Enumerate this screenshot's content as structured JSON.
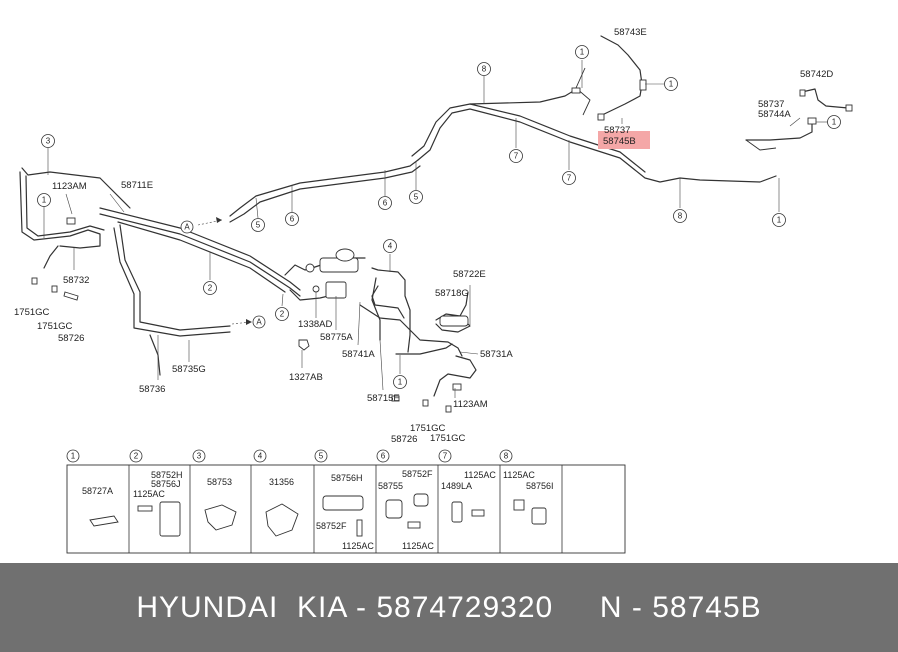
{
  "labels": {
    "p58743E": "58743E",
    "p58742D": "58742D",
    "p58737a": "58737",
    "p58744A": "58744A",
    "p58737b": "58737",
    "p58745B": "58745B",
    "p1123AM_a": "1123AM",
    "p58711E": "58711E",
    "p58732": "58732",
    "p1751GC_a": "1751GC",
    "p1751GC_b": "1751GC",
    "p58726_a": "58726",
    "p58735G": "58735G",
    "p58736": "58736",
    "p1338AD": "1338AD",
    "p58775A": "58775A",
    "p1327AB": "1327AB",
    "p58741A": "58741A",
    "p58722E": "58722E",
    "p58718G": "58718G",
    "p58731A": "58731A",
    "p58715E": "58715E",
    "p1123AM_b": "1123AM",
    "p58726_b": "58726",
    "p1751GC_c": "1751GC",
    "p1751GC_d": "1751GC",
    "arrowA1": "A",
    "arrowA2": "A"
  },
  "callouts": {
    "c1": "1",
    "c2": "2",
    "c3": "3",
    "c4": "4",
    "c5": "5",
    "c6": "6",
    "c7": "7",
    "c8": "8"
  },
  "legend": {
    "cell1": {
      "num": "1",
      "parts": [
        "58727A"
      ]
    },
    "cell2": {
      "num": "2",
      "parts": [
        "58752H",
        "58756J",
        "1125AC"
      ]
    },
    "cell3": {
      "num": "3",
      "parts": [
        "58753"
      ]
    },
    "cell4": {
      "num": "4",
      "parts": [
        "31356"
      ]
    },
    "cell5": {
      "num": "5",
      "parts": [
        "58756H",
        "58752F",
        "1125AC"
      ]
    },
    "cell6": {
      "num": "6",
      "parts": [
        "58755",
        "58752F",
        "1125AC"
      ]
    },
    "cell7": {
      "num": "7",
      "parts": [
        "1125AC",
        "1489LA"
      ]
    },
    "cell8": {
      "num": "8",
      "parts": [
        "1125AC",
        "58756I"
      ]
    }
  },
  "highlight_color": "#f4a7a7",
  "footer": {
    "text": "HYUNDAI  KIA - 5874729320     N - 58745B",
    "background": "#707070",
    "color": "#ffffff"
  }
}
